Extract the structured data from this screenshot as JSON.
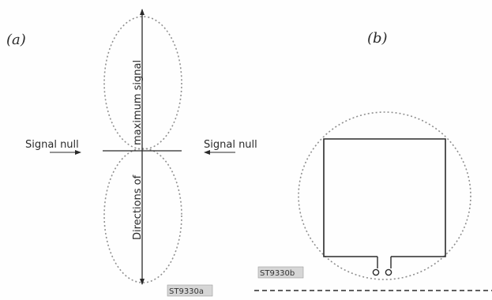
{
  "panel_a": {
    "label": "(a)",
    "signal_null_left": "Signal null",
    "signal_null_right": "Signal null",
    "vertical_text_upper": "maximum signal",
    "vertical_text_lower": "Directions of",
    "tag": "ST9330a"
  },
  "panel_b": {
    "label": "(b)",
    "tag": "ST9330b"
  },
  "colors": {
    "ink": "#2a2a2a",
    "dotted_pattern": "#8f8f8f",
    "tag_fill": "#d6d6d6"
  }
}
